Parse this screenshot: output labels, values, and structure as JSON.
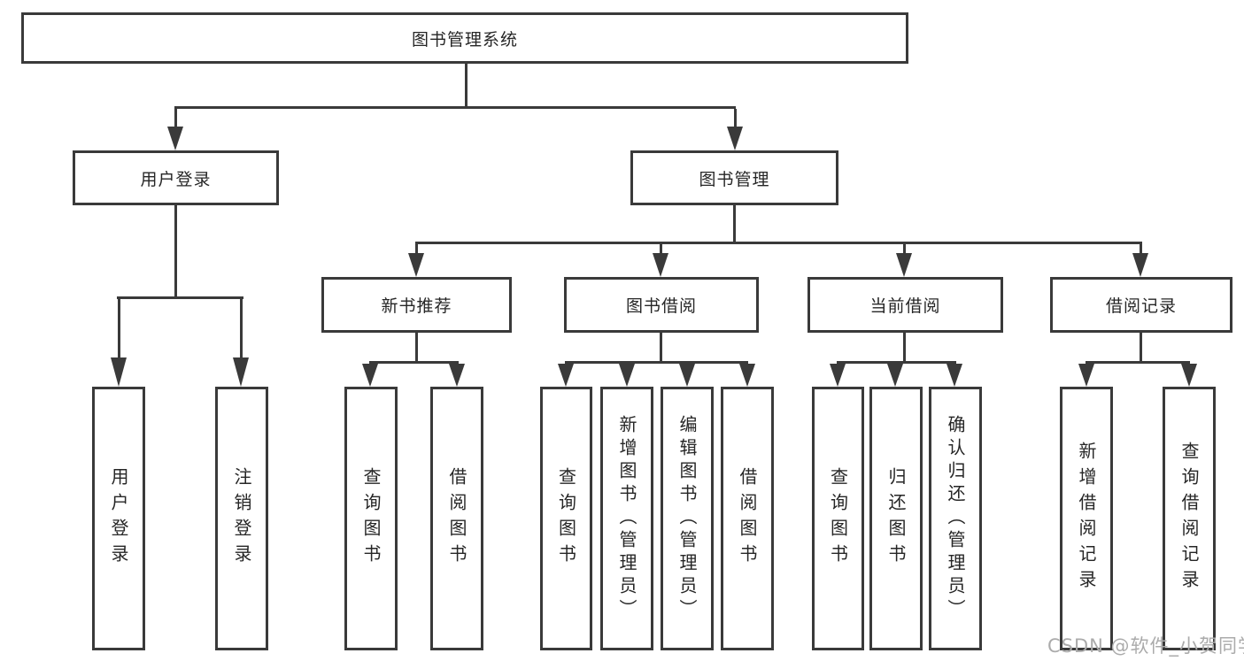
{
  "tree": {
    "label": "图书管理系统",
    "children": [
      {
        "label": "用户登录",
        "children": [
          {
            "label": "用户登录"
          },
          {
            "label": "注销登录"
          }
        ]
      },
      {
        "label": "图书管理",
        "children": [
          {
            "label": "新书推荐",
            "children": [
              {
                "label": "查询图书"
              },
              {
                "label": "借阅图书"
              }
            ]
          },
          {
            "label": "图书借阅",
            "children": [
              {
                "label": "查询图书"
              },
              {
                "label": "新增图书（管理员）"
              },
              {
                "label": "编辑图书（管理员）"
              },
              {
                "label": "借阅图书"
              }
            ]
          },
          {
            "label": "当前借阅",
            "children": [
              {
                "label": "查询图书"
              },
              {
                "label": "归还图书"
              },
              {
                "label": "确认归还（管理员）"
              }
            ]
          },
          {
            "label": "借阅记录",
            "children": [
              {
                "label": "新增借阅记录"
              },
              {
                "label": "查询借阅记录"
              }
            ]
          }
        ]
      }
    ]
  },
  "watermark": {
    "text": "CSDN @软件_小贺同学"
  },
  "colors": {
    "line": "#3a3a3a",
    "box_background": "#ffffff",
    "text": "#262626",
    "watermark_text": "#ababab"
  }
}
